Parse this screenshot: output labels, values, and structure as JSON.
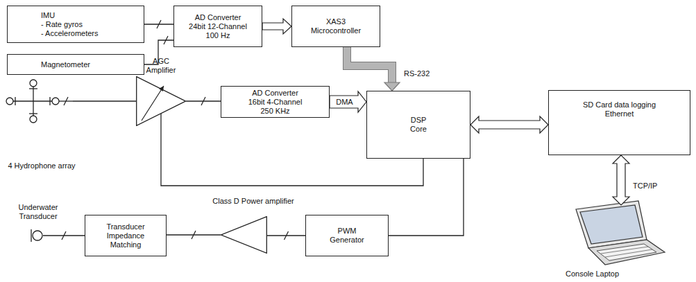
{
  "diagram": {
    "nodes": [
      {
        "text": [
          "IMU",
          "- Rate gyros",
          "- Accelerometers"
        ]
      },
      {
        "text": [
          "AD Converter 24bit 12-Channel 100 Hz"
        ]
      },
      {
        "text": [
          "XAS3 Microcontroller"
        ]
      },
      {
        "text": [
          "Magnetometer"
        ]
      },
      {
        "text": [
          "AGC Amplifier"
        ]
      },
      {
        "text": [
          "4 Hydrophone array"
        ]
      },
      {
        "text": [
          "AD Converter 16bit 4-Channel 250 KHz"
        ]
      },
      {
        "text": [
          "DSP Core"
        ]
      },
      {
        "text": [
          "SD Card data logging Ethernet"
        ]
      },
      {
        "text": [
          "Underwater Transducer"
        ]
      },
      {
        "text": [
          "Class D Power amplifier"
        ]
      },
      {
        "text": [
          "Transducer Impedance Matching"
        ]
      },
      {
        "text": [
          "PWM Generator"
        ]
      },
      {
        "text": [
          "Console Laptop"
        ]
      }
    ],
    "edges": [
      {
        "from": 0,
        "to": 1,
        "arrow": "none"
      },
      {
        "from": 3,
        "to": 1,
        "arrow": "none"
      },
      {
        "from": 1,
        "to": 2,
        "arrow": "to"
      },
      {
        "from": 2,
        "to": 7,
        "label": "RS-232",
        "arrow": "to"
      },
      {
        "from": 5,
        "to": 4,
        "arrow": "none"
      },
      {
        "from": 4,
        "to": 6,
        "arrow": "none"
      },
      {
        "from": 6,
        "to": 7,
        "label": "DMA",
        "arrow": "to"
      },
      {
        "from": 7,
        "to": 4,
        "arrow": "none"
      },
      {
        "from": 7,
        "to": 8,
        "arrow": "both"
      },
      {
        "from": 8,
        "to": 13,
        "label": "TCP/IP",
        "arrow": "both"
      },
      {
        "from": 7,
        "to": 12,
        "arrow": "none"
      },
      {
        "from": 12,
        "to": 10,
        "arrow": "none"
      },
      {
        "from": 10,
        "to": 11,
        "arrow": "none"
      },
      {
        "from": 11,
        "to": 9,
        "arrow": "none"
      }
    ]
  }
}
